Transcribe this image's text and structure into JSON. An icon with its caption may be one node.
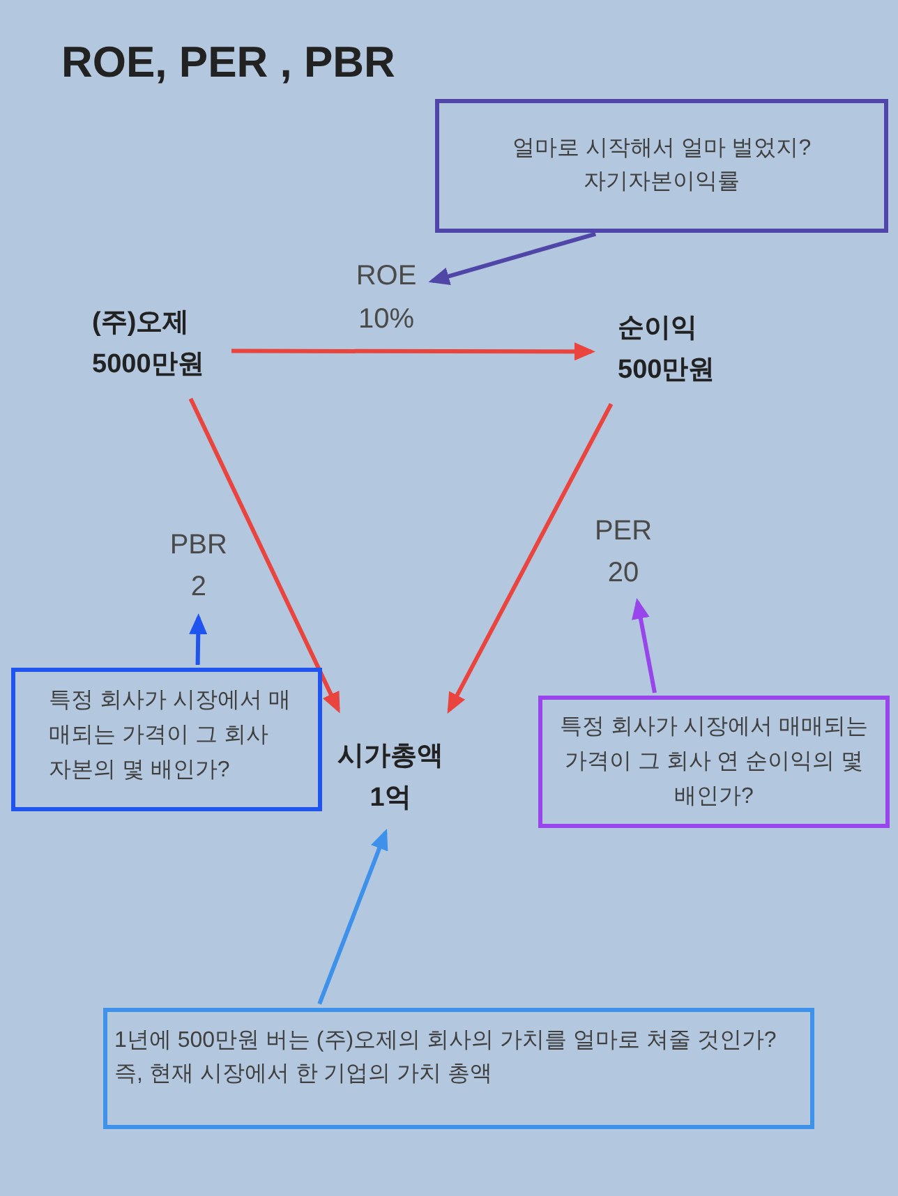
{
  "diagram": {
    "title": "ROE, PER , PBR",
    "nodes": [
      {
        "text": [
          "얼마로 시작해서 얼마 벌었지?",
          "자기자본이익률"
        ]
      },
      {
        "text": [
          "ROE 10%"
        ]
      },
      {
        "text": [
          "(주)오제 5000만원"
        ]
      },
      {
        "text": [
          "순이익 500만원"
        ]
      },
      {
        "text": [
          "PBR 2"
        ]
      },
      {
        "text": [
          "PER 20"
        ]
      },
      {
        "text": [
          "특정 회사가 시장에서 매매되는 가격이 그 회사 자본의 몇 배인가?"
        ]
      },
      {
        "text": [
          "시가총액 1억"
        ]
      },
      {
        "text": [
          "특정 회사가 시장에서 매매되는 가격이 그 회사 연 순이익의 몇 배인가?"
        ]
      },
      {
        "text": [
          "1년에 500만원 버는 (주)오제의 회사의 가치를 얼마로 쳐줄 것인가?",
          "즉, 현재 시장에서 한 기업의 가치 총액"
        ]
      }
    ],
    "edges": [
      {
        "from": 0,
        "to": 1,
        "arrow": "to",
        "color": "#4f46a8"
      },
      {
        "from": 2,
        "to": 3,
        "arrow": "to"
      },
      {
        "from": 2,
        "to": 7,
        "arrow": "to"
      },
      {
        "from": 3,
        "to": 7,
        "arrow": "to"
      },
      {
        "from": 6,
        "to": 4,
        "arrow": "to",
        "color": "#1f55ee"
      },
      {
        "from": 8,
        "to": 5,
        "arrow": "to",
        "color": "#9845ec"
      },
      {
        "from": 9,
        "to": 7,
        "arrow": "to",
        "color": "#3e91ea"
      }
    ]
  }
}
